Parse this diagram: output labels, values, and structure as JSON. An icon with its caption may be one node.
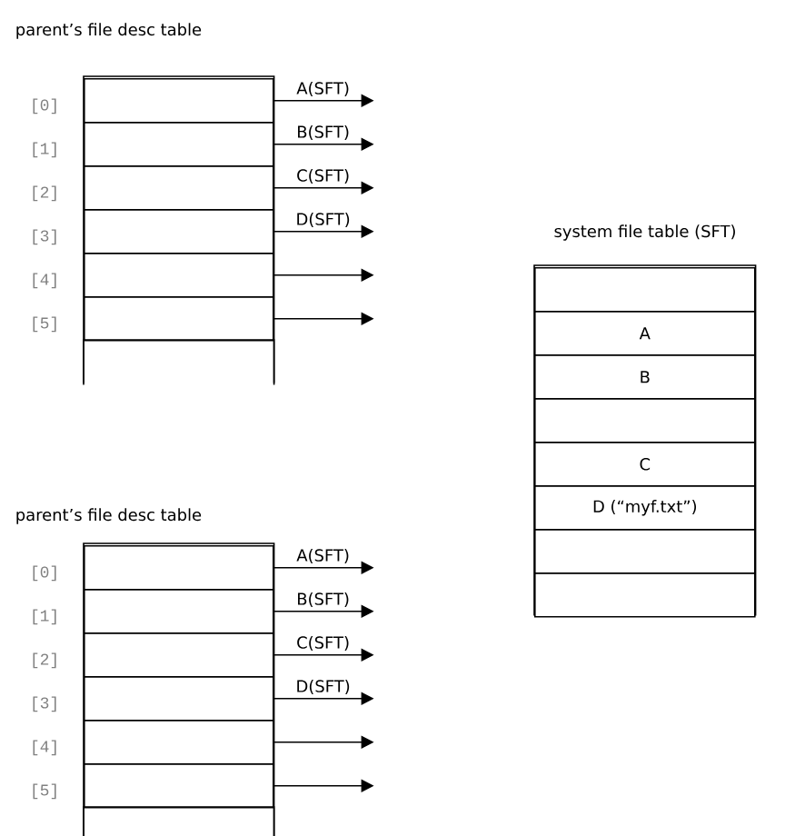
{
  "diagram": {
    "nodes": [
      {
        "text": [
          "parent’s file desc table"
        ]
      },
      {
        "text": [],
        "shape": "box",
        "in": 0,
        "beside": [
          "[0]"
        ]
      },
      {
        "text": [],
        "shape": "box",
        "in": 0,
        "beside": [
          "[1]"
        ]
      },
      {
        "text": [],
        "shape": "box",
        "in": 0,
        "beside": [
          "[2]"
        ]
      },
      {
        "text": [],
        "shape": "box",
        "in": 0,
        "beside": [
          "[3]"
        ]
      },
      {
        "text": [],
        "shape": "box",
        "in": 0,
        "beside": [
          "[4]"
        ]
      },
      {
        "text": [],
        "shape": "box",
        "in": 0,
        "beside": [
          "[5]"
        ]
      },
      {
        "text": [],
        "shape": "box",
        "in": 0
      },
      {
        "text": [
          "system file table (SFT)"
        ]
      },
      {
        "text": [],
        "shape": "box",
        "in": 8
      },
      {
        "text": [
          "A"
        ],
        "in": 8
      },
      {
        "text": [
          "B"
        ],
        "in": 8
      },
      {
        "text": [],
        "shape": "box",
        "in": 8
      },
      {
        "text": [
          "C"
        ],
        "in": 8
      },
      {
        "text": [
          "D (“myf.txt”)"
        ],
        "in": 8
      },
      {
        "text": [],
        "shape": "box",
        "in": 8
      },
      {
        "text": [],
        "shape": "box",
        "in": 8
      },
      {
        "text": [
          "parent’s file desc table"
        ]
      },
      {
        "text": [],
        "shape": "box",
        "in": 17,
        "beside": [
          "[0]"
        ]
      },
      {
        "text": [],
        "shape": "box",
        "in": 17,
        "beside": [
          "[1]"
        ]
      },
      {
        "text": [],
        "shape": "box",
        "in": 17,
        "beside": [
          "[2]"
        ]
      },
      {
        "text": [],
        "shape": "box",
        "in": 17,
        "beside": [
          "[3]"
        ]
      },
      {
        "text": [],
        "shape": "box",
        "in": 17,
        "beside": [
          "[4]"
        ]
      },
      {
        "text": [],
        "shape": "box",
        "in": 17,
        "beside": [
          "[5]"
        ]
      },
      {
        "text": [],
        "shape": "box",
        "in": 17
      }
    ],
    "edges": [
      {
        "from": 1,
        "to": null,
        "arrow": "to",
        "label": "A(SFT)"
      },
      {
        "from": 2,
        "to": null,
        "arrow": "to",
        "label": "B(SFT)"
      },
      {
        "from": 3,
        "to": null,
        "arrow": "to",
        "label": "C(SFT)"
      },
      {
        "from": 4,
        "to": null,
        "arrow": "to",
        "label": "D(SFT)"
      },
      {
        "from": 5,
        "to": null,
        "arrow": "to"
      },
      {
        "from": 6,
        "to": null,
        "arrow": "to"
      },
      {
        "from": 18,
        "to": null,
        "arrow": "to",
        "label": "A(SFT)"
      },
      {
        "from": 19,
        "to": null,
        "arrow": "to",
        "label": "B(SFT)"
      },
      {
        "from": 20,
        "to": null,
        "arrow": "to",
        "label": "C(SFT)"
      },
      {
        "from": 21,
        "to": null,
        "arrow": "to",
        "label": "D(SFT)"
      },
      {
        "from": 22,
        "to": null,
        "arrow": "to"
      },
      {
        "from": 23,
        "to": null,
        "arrow": "to"
      }
    ]
  }
}
